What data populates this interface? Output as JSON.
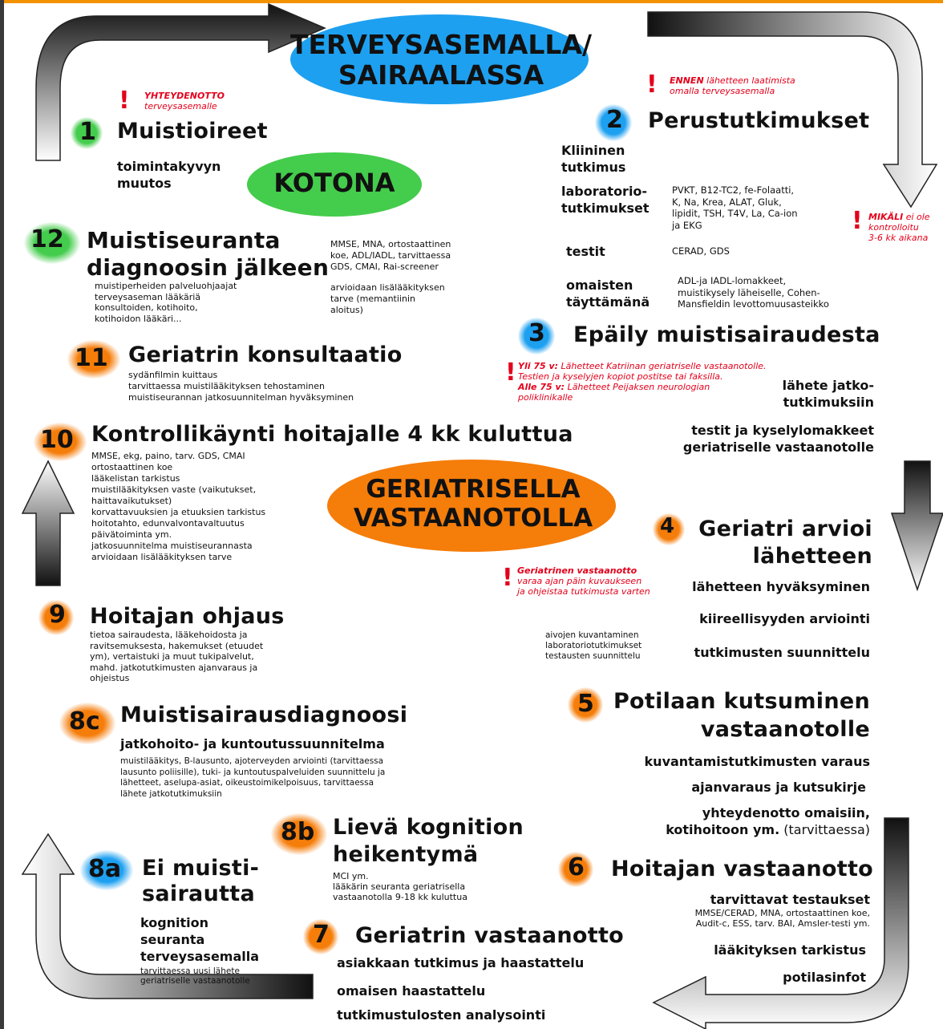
{
  "colors": {
    "blue": "#1ea0f0",
    "green": "#44cc4c",
    "orange": "#f57d0a",
    "red": "#e3001b",
    "border": "#f39200"
  },
  "locations": {
    "health_center": [
      "TERVEYSASEMALLA/",
      "SAIRAALASSA"
    ],
    "home": "KOTONA",
    "geriatric": [
      "GERIATRISELLA",
      "VASTAANOTOLLA"
    ]
  },
  "notes": {
    "contact": [
      "YHTEYDENOTTO",
      "terveysasemalle"
    ],
    "before": [
      "ENNEN",
      "lähetteen laatimista",
      "omalla terveysasemalla"
    ],
    "mikali": [
      "MIKÄLI",
      "ei ole",
      "kontrolloitu",
      "3-6 kk aikana"
    ],
    "age_over": [
      "Yli 75 v:",
      "Lähetteet Katriinan geriatriselle vastaanotolle.",
      "Testien ja kyselyjen kopiot postitse tai faksilla."
    ],
    "age_under": [
      "Alle 75 v:",
      "Lähetteet Peijaksen neurologian",
      "poliklinikalle"
    ],
    "geri_visit": [
      "Geriatrinen vastaanotto",
      "varaa ajan päin kuvaukseen",
      "ja ohjeistaa tutkimusta varten"
    ]
  },
  "steps": {
    "s1": {
      "num": "1",
      "title": "Muistioireet",
      "sub": [
        "toimintakyvyn",
        "muutos"
      ]
    },
    "s2": {
      "num": "2",
      "title": "Perustutkimukset",
      "rows": [
        {
          "label": [
            "Kliininen",
            "tutkimus"
          ],
          "detail": []
        },
        {
          "label": [
            "laboratorio-",
            "tutkimukset"
          ],
          "detail": [
            "PVKT, B12-TC2, fe-Folaatti,",
            "K, Na, Krea, ALAT, Gluk,",
            "lipidit, TSH, T4V, La, Ca-ion",
            "ja EKG"
          ]
        },
        {
          "label": [
            "testit"
          ],
          "detail": [
            "CERAD, GDS"
          ]
        },
        {
          "label": [
            "omaisten",
            "täyttämänä"
          ],
          "detail": [
            "ADL-ja IADL-lomakkeet,",
            "muistikysely läheiselle, Cohen-",
            "Mansfieldin levottomuusasteikko"
          ]
        }
      ]
    },
    "s3": {
      "num": "3",
      "title": "Epäily muistisairaudesta",
      "sub1": [
        "lähete jatko-",
        "tutkimuksiin"
      ],
      "sub2": [
        "testit ja kyselylomakkeet",
        "geriatriselle vastaanotolle"
      ]
    },
    "s4": {
      "num": "4",
      "title": [
        "Geriatri arvioi",
        "lähetteen"
      ],
      "items": [
        "lähetteen hyväksyminen",
        "kiireellisyyden arviointi",
        "tutkimusten suunnittelu"
      ],
      "small": [
        "aivojen kuvantaminen",
        "laboratoriotutkimukset",
        "testausten suunnittelu"
      ]
    },
    "s5": {
      "num": "5",
      "title": [
        "Potilaan kutsuminen",
        "vastaanotolle"
      ],
      "items": [
        "kuvantamistutkimusten varaus",
        "ajanvaraus ja kutsukirje",
        "yhteydenotto omaisiin,"
      ],
      "last_bold": "kotihoitoon ym.",
      "last_normal": " (tarvittaessa)"
    },
    "s6": {
      "num": "6",
      "title": "Hoitajan vastaanotto",
      "sub": "tarvittavat testaukset",
      "small": [
        "MMSE/CERAD, MNA, ortostaattinen koe,",
        "Audit-c, ESS, tarv. BAI, Amsler-testi ym."
      ],
      "items": [
        "lääkityksen tarkistus",
        "potilasinfot"
      ]
    },
    "s7": {
      "num": "7",
      "title": "Geriatrin vastaanotto",
      "items": [
        "asiakkaan tutkimus ja haastattelu",
        "omaisen haastattelu",
        "tutkimustulosten analysointi"
      ]
    },
    "s8a": {
      "num": "8a",
      "title": [
        "Ei muisti-",
        "sairautta"
      ],
      "sub": [
        "kognition",
        "seuranta",
        "terveysasemalla"
      ],
      "small": [
        "tarvittaessa uusi lähete",
        "geriatriselle vastaanotolle"
      ]
    },
    "s8b": {
      "num": "8b",
      "title": [
        "Lievä kognition",
        "heikentymä"
      ],
      "small": [
        "MCI ym.",
        "lääkärin seuranta geriatrisella",
        "vastaanotolla 9-18 kk kuluttua"
      ]
    },
    "s8c": {
      "num": "8c",
      "title": "Muistisairausdiagnoosi",
      "sub": "jatkohoito- ja kuntoutussuunnitelma",
      "small": [
        "muistilääkitys, B-lausunto, ajoterveyden arviointi (tarvittaessa",
        "lausunto poliisille), tuki- ja kuntoutuspalveluiden suunnittelu ja",
        "lähetteet, aselupa-asiat, oikeustoimikelpoisuus, tarvittaessa",
        "lähete jatkotutkimuksiin"
      ]
    },
    "s9": {
      "num": "9",
      "title": "Hoitajan ohjaus",
      "small": [
        "tietoa sairaudesta, lääkehoidosta ja",
        "ravitsemuksesta, hakemukset (etuudet",
        "ym), vertaistuki ja muut tukipalvelut,",
        "mahd. jatkotutkimusten ajanvaraus ja",
        "ohjeistus"
      ]
    },
    "s10": {
      "num": "10",
      "title": "Kontrollikäynti hoitajalle 4 kk kuluttua",
      "small": [
        "MMSE, ekg, paino, tarv. GDS, CMAI",
        "ortostaattinen koe",
        "lääkelistan tarkistus",
        "muistilääkityksen vaste (vaikutukset,",
        "haittavaikutukset)",
        "korvattavuuksien ja etuuksien tarkistus",
        "hoitotahto, edunvalvontavaltuutus",
        "päivätoiminta ym.",
        "jatkosuunnitelma muistiseurannasta",
        "arvioidaan lisälääkityksen tarve"
      ]
    },
    "s11": {
      "num": "11",
      "title": "Geriatrin konsultaatio",
      "small": [
        "sydänfilmin kuittaus",
        "tarvittaessa muistilääkityksen tehostaminen",
        "muistiseurannan jatkosuunnitelman hyväksyminen"
      ]
    },
    "s12": {
      "num": "12",
      "title": [
        "Muistiseuranta",
        "diagnoosin jälkeen"
      ],
      "small_left": [
        "muistiperheiden palveluohjaajat",
        "terveysaseman lääkäriä",
        "konsultoiden, kotihoito,",
        "kotihoidon lääkäri..."
      ],
      "small_right1": [
        "MMSE, MNA, ortostaattinen",
        "koe, ADL/IADL, tarvittaessa",
        "GDS, CMAI, Rai-screener"
      ],
      "small_right2": [
        "arvioidaan lisälääkityksen",
        "tarve (memantiinin",
        "aloitus)"
      ]
    }
  }
}
